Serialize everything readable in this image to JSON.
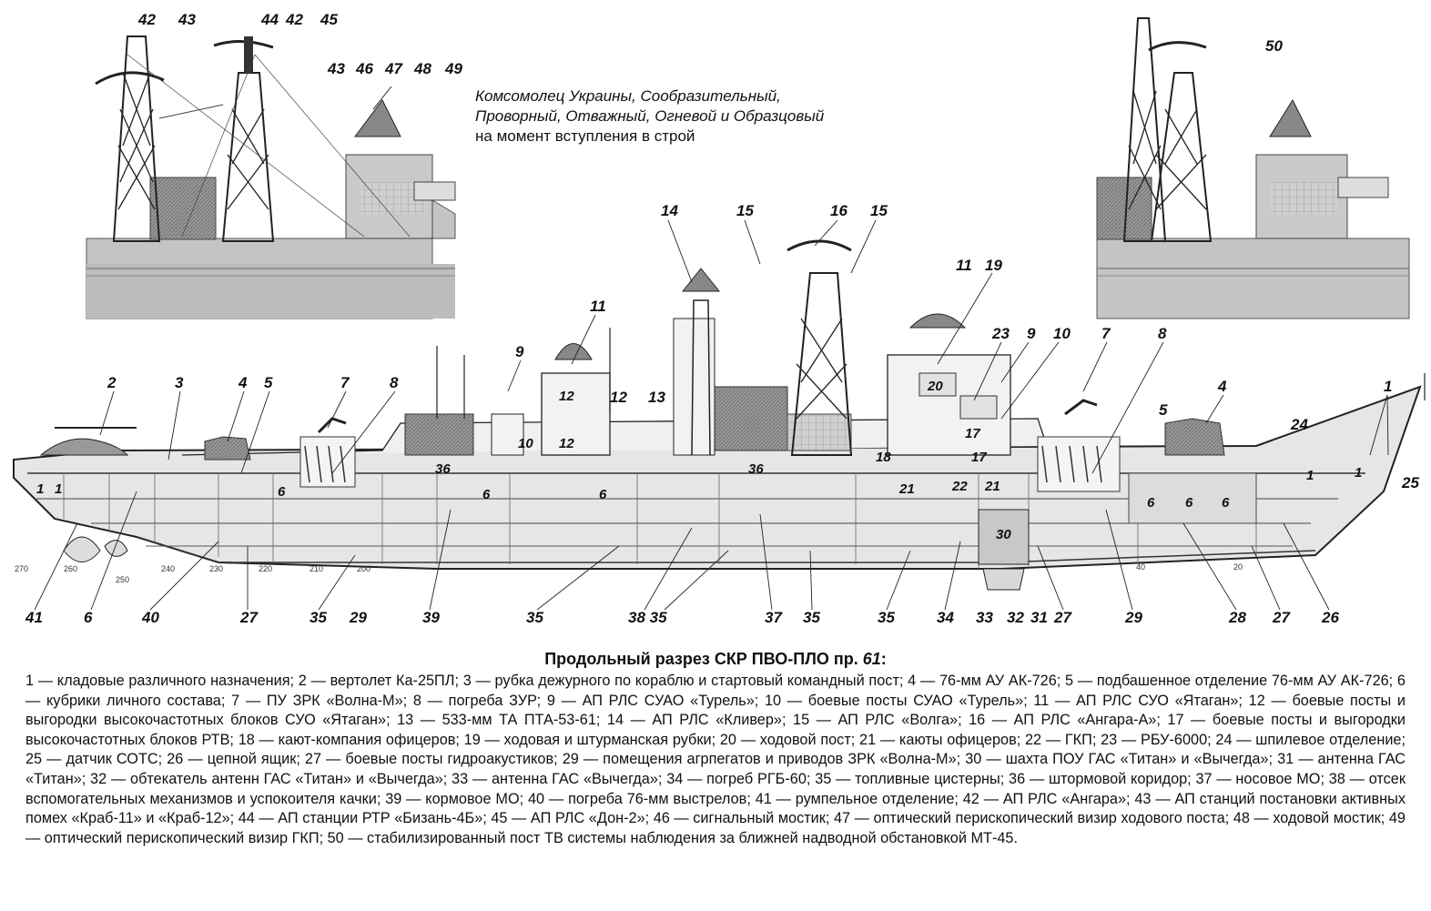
{
  "inset_caption": {
    "names_line1": "Комсомолец Украины, Сообразительный,",
    "names_line2": "Проворный, Отважный, Огневой и Образцовый",
    "subtitle": "на момент вступления в строй"
  },
  "figure_title": {
    "text": "Продольный разрез СКР ПВО-ПЛО пр. ",
    "project": "61",
    "colon": ":"
  },
  "legend_text": "1 — кладовые различного назначения; 2 — вертолет Ка-25ПЛ; 3 — рубка дежурного по кораблю и стартовый командный пост; 4 — 76-мм АУ АК-726; 5 — подбашенное отделение 76-мм АУ АК-726; 6 — кубрики личного состава; 7 — ПУ ЗРК «Волна-М»; 8 — погреба ЗУР; 9 — АП РЛС СУАО «Турель»; 10 — боевые посты СУАО «Турель»; 11 — АП РЛС СУО «Ятаган»; 12 — боевые посты и выгородки высокочастотных блоков СУО «Ятаган»; 13 — 533-мм ТА ПТА-53-61; 14 — АП РЛС «Кливер»; 15 — АП РЛС «Волга»; 16 — АП РЛС «Ангара-А»; 17 — боевые посты и выгородки высокочастотных блоков РТВ; 18 — кают-компания офицеров; 19 — ходовая и штурманская рубки; 20 — ходовой пост; 21 — каюты офицеров; 22 — ГКП; 23 — РБУ-6000; 24 — шпилевое отделение; 25 — датчик СОТС; 26 — цепной ящик; 27 — боевые посты гидроакустиков; 29 — помещения агрпегатов и приводов ЗРК «Волна-М»; 30 — шахта ПОУ ГАС «Титан» и «Вычегда»; 31 — антенна ГАС «Титан»; 32 — обтекатель антенн ГАС «Титан» и «Вычегда»; 33 — антенна ГАС «Вычегда»; 34 — погреб РГБ-60; 35 — топливные цистерны; 36 — штормовой коридор; 37 — носовое МО; 38 — отсек вспомогательных механизмов и успокоителя качки; 39 — кормовое МО; 40 — погреба 76-мм выстрелов; 41 — румпельное отделение; 42 — АП РЛС «Ангара»; 43 — АП станций постановки активных помех «Краб-11» и «Краб-12»; 44 — АП станции РТР «Бизань-4Б»; 45 — АП РЛС «Дон-2»; 46 — сигнальный мостик; 47 — оптический перископический визир ходового поста; 48 — ходовой мостик; 49 — оптический перископический визир ГКП; 50 — стабилизированный пост ТВ системы наблюдения за ближней надводной обстановкой МТ-45.",
  "callouts": {
    "top": [
      "2",
      "3",
      "4",
      "5",
      "7",
      "8",
      "9",
      "11",
      "12",
      "13",
      "14",
      "15",
      "16",
      "15",
      "11",
      "19",
      "23",
      "9",
      "10",
      "7",
      "8",
      "4",
      "5",
      "24",
      "1",
      "25"
    ],
    "bottom": [
      "41",
      "6",
      "40",
      "27",
      "35",
      "29",
      "39",
      "35",
      "38 35",
      "37",
      "35",
      "35",
      "34",
      "33",
      "32",
      "31",
      "27",
      "29",
      "28",
      "27",
      "26"
    ],
    "inset_left": [
      "42",
      "43",
      "44",
      "42",
      "45",
      "43",
      "46",
      "47",
      "48",
      "49"
    ],
    "inset_right": [
      "50"
    ]
  },
  "compartment_numbers": [
    "1",
    "1",
    "6",
    "36",
    "6",
    "6",
    "36",
    "21",
    "22",
    "21",
    "6",
    "6",
    "6",
    "1",
    "1",
    "12",
    "12",
    "10",
    "20",
    "17",
    "17",
    "18",
    "30"
  ],
  "frame_numbers": [
    "270",
    "260",
    "250",
    "240",
    "230",
    "220",
    "210",
    "200",
    "40",
    "20"
  ]
}
